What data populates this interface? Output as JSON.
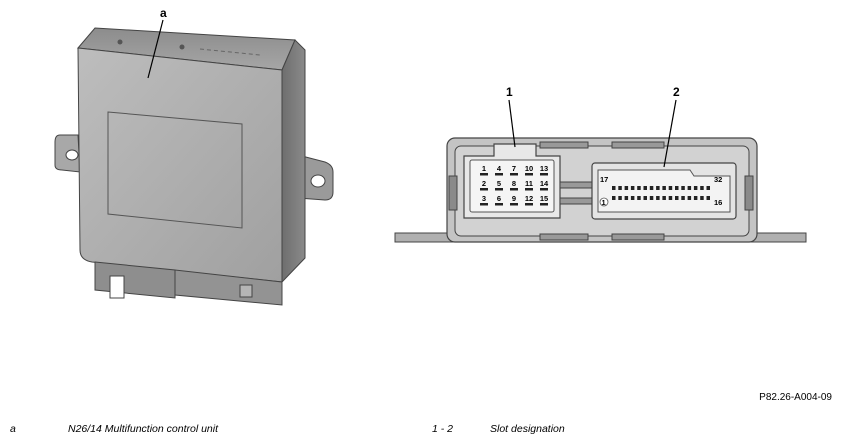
{
  "figure": {
    "callout_a": "a",
    "callout_1": "1",
    "callout_2": "2",
    "connector1_pins": [
      "1",
      "4",
      "7",
      "10",
      "13",
      "2",
      "5",
      "8",
      "11",
      "14",
      "3",
      "6",
      "9",
      "12",
      "15"
    ],
    "connector2_pins": {
      "top_left": "17",
      "top_right": "32",
      "bottom_left": "1",
      "bottom_right": "16"
    },
    "figure_code": "P82.26-A004-09"
  },
  "legend": [
    {
      "key": "a",
      "text": "N26/14 Multifunction control unit"
    },
    {
      "key": "1 - 2",
      "text": "Slot designation"
    }
  ]
}
